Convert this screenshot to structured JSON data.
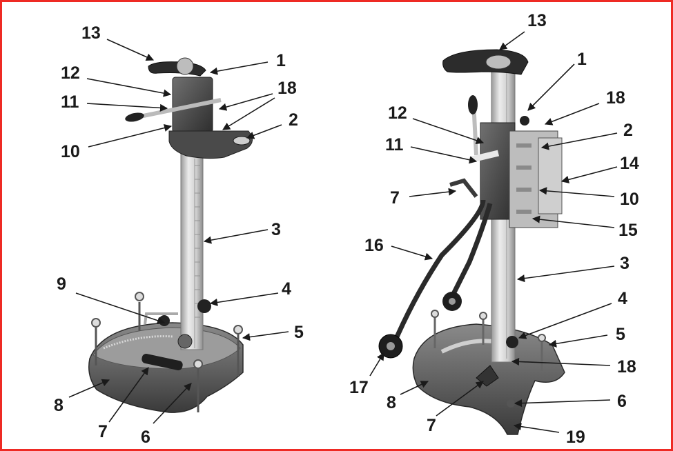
{
  "frame_color": "#ee2a24",
  "left": {
    "labels": {
      "l13": "13",
      "l1": "1",
      "l12": "12",
      "l18": "18",
      "l11": "11",
      "l2": "2",
      "l10": "10",
      "l3": "3",
      "l9": "9",
      "l4": "4",
      "l5": "5",
      "l8": "8",
      "l7": "7",
      "l6": "6"
    }
  },
  "right": {
    "labels": {
      "l13": "13",
      "l1": "1",
      "l18a": "18",
      "l12": "12",
      "l2": "2",
      "l11": "11",
      "l14": "14",
      "l7a": "7",
      "l10": "10",
      "l15": "15",
      "l16": "16",
      "l3": "3",
      "l4": "4",
      "l5": "5",
      "l18b": "18",
      "l17": "17",
      "l8": "8",
      "l6": "6",
      "l7b": "7",
      "l19": "19"
    }
  }
}
